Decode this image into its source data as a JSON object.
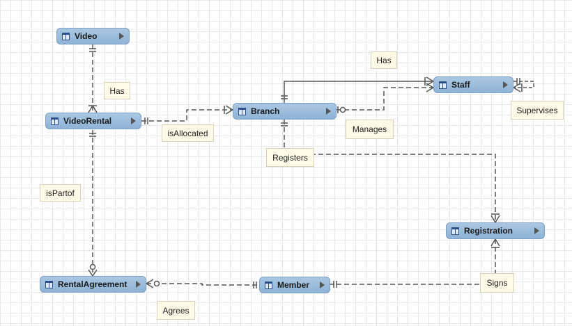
{
  "entities": {
    "video": "Video",
    "video_rental": "VideoRental",
    "branch": "Branch",
    "staff": "Staff",
    "registration": "Registration",
    "rental_agreement": "RentalAgreement",
    "member": "Member"
  },
  "relationships": {
    "video_has": "Has",
    "branch_has": "Has",
    "is_allocated": "isAllocated",
    "manages": "Manages",
    "supervises": "Supervises",
    "registers": "Registers",
    "is_part_of": "isPartof",
    "agrees": "Agrees",
    "signs": "Signs"
  },
  "colors": {
    "entity_fill": "#9bbcdc",
    "line": "#555555",
    "label_fill": "#fffbe8"
  }
}
